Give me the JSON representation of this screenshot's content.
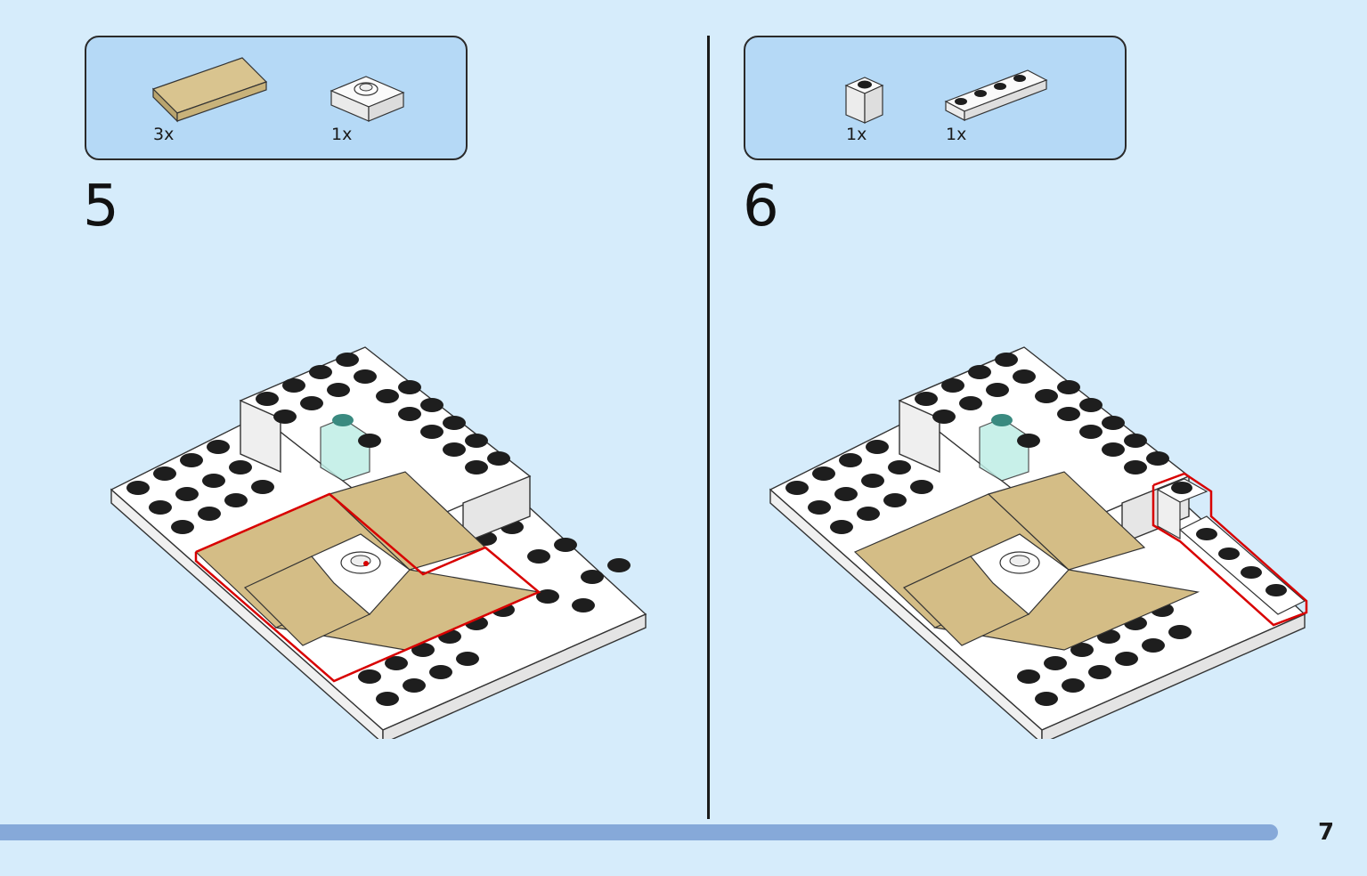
{
  "page": {
    "number": "7"
  },
  "steps": [
    {
      "number": "5",
      "parts": [
        {
          "name": "tan-tile-2x4-icon",
          "quantity": "3x"
        },
        {
          "name": "white-jumper-plate-2x2-icon",
          "quantity": "1x"
        }
      ]
    },
    {
      "number": "6",
      "parts": [
        {
          "name": "white-brick-1x1-icon",
          "quantity": "1x"
        },
        {
          "name": "white-plate-1x4-icon",
          "quantity": "1x"
        }
      ]
    }
  ],
  "colors": {
    "background": "#d6ecfb",
    "parts_box": "#b5d9f6",
    "progress_bar": "#86a9d9",
    "tan": "#d4bd86",
    "highlight": "#d80000"
  }
}
